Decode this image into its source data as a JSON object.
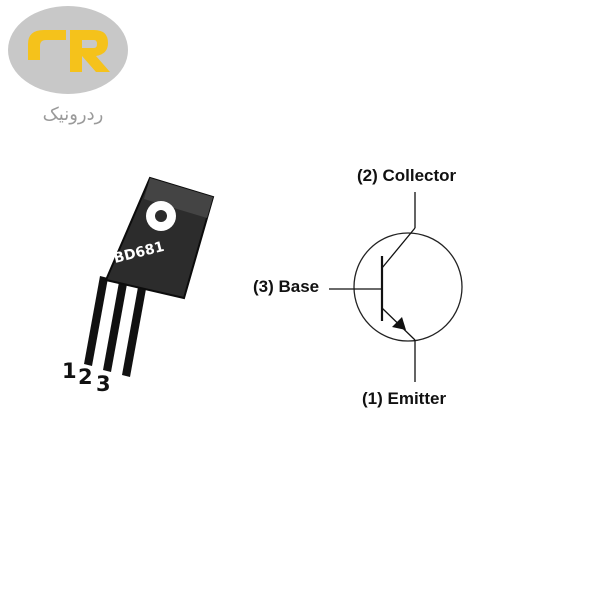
{
  "brand": {
    "logo_text": "ردرونیک",
    "logo_letters": "rR",
    "logo_color": "#f5c21b",
    "logo_bg": "#c8c8c8"
  },
  "component": {
    "part_number": "BD681",
    "pins": [
      "1",
      "2",
      "3"
    ]
  },
  "schematic": {
    "collector_label": "(2) Collector",
    "base_label": "(3) Base",
    "emitter_label": "(1) Emitter"
  }
}
